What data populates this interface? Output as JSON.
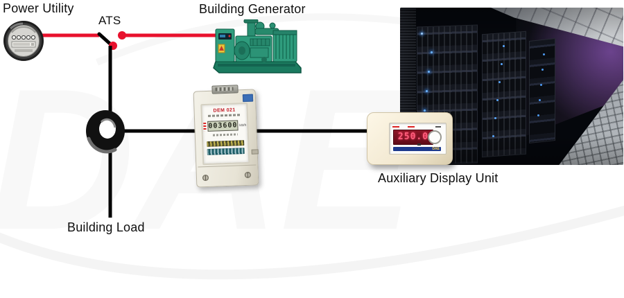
{
  "diagram": {
    "labels": {
      "power_utility": "Power Utility",
      "ats": "ATS",
      "building_generator": "Building Generator",
      "building_load": "Building Load",
      "auxiliary_display_unit": "Auxiliary Display Unit"
    },
    "colors": {
      "line_red": "#e8112d",
      "line_black": "#000000",
      "generator_green": "#2f9c7d",
      "device_beige": "#f2e8d0",
      "led_red": "#ff5f7d"
    }
  },
  "kwh_meter": {
    "brand": "DEM 021",
    "lcd_value": "003600",
    "unit": "kWh"
  },
  "display_unit": {
    "value": "250.0",
    "brand": "DAE"
  },
  "watermark": {
    "text": "DAE"
  }
}
